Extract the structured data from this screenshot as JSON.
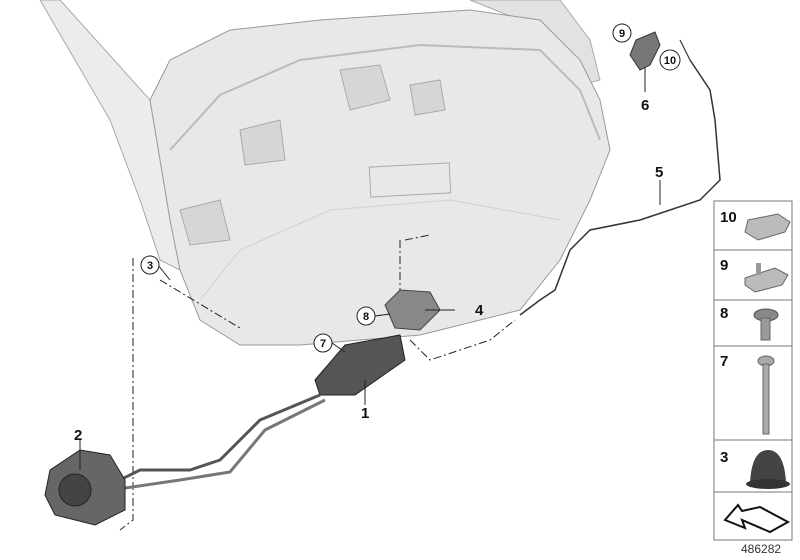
{
  "callouts": {
    "p1": "1",
    "p2": "2",
    "p3": "3",
    "p4": "4",
    "p5": "5",
    "p6": "6",
    "p7": "7",
    "p8": "8",
    "p9": "9",
    "p10": "10"
  },
  "legend": {
    "rows": [
      {
        "number": "10",
        "part": "clip-nut"
      },
      {
        "number": "9",
        "part": "clip-with-stud"
      },
      {
        "number": "8",
        "part": "flange-screw"
      },
      {
        "number": "7",
        "part": "long-bolt"
      },
      {
        "number": "3",
        "part": "rubber-buffer"
      }
    ],
    "arrow_icon": "direction-arrow-icon"
  },
  "doc_number": "486282",
  "colors": {
    "panel": "#e6e6e6",
    "outline": "#9a9a9a",
    "part_dark": "#4a4a4a"
  }
}
